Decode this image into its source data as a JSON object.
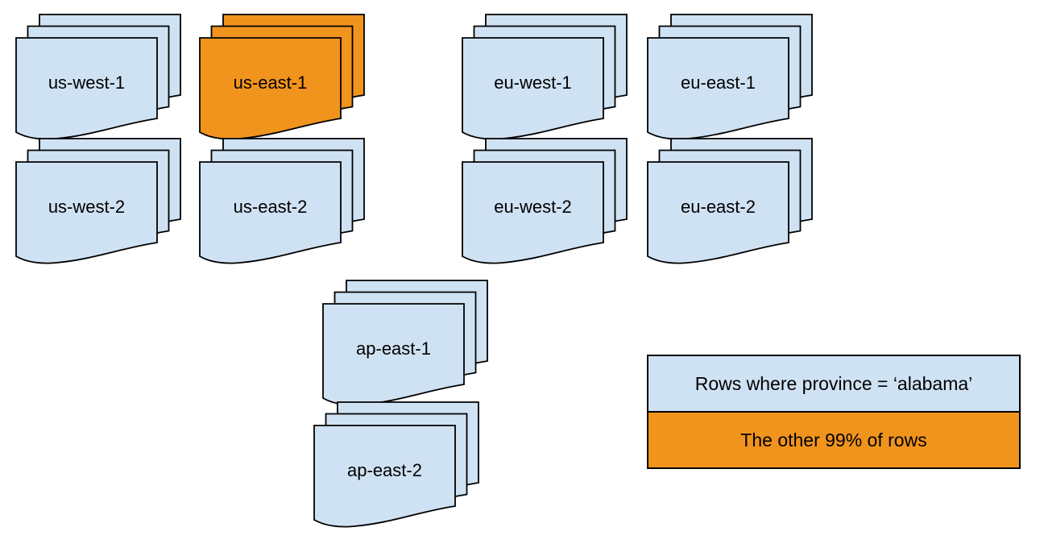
{
  "diagram": {
    "colors": {
      "normal_fill": "#cfe2f3",
      "highlight_fill": "#f0941e",
      "stroke": "#000000"
    },
    "stacks": [
      {
        "id": "us-west-1",
        "label": "us-west-1",
        "variant": "normal"
      },
      {
        "id": "us-east-1",
        "label": "us-east-1",
        "variant": "highlight"
      },
      {
        "id": "eu-west-1",
        "label": "eu-west-1",
        "variant": "normal"
      },
      {
        "id": "eu-east-1",
        "label": "eu-east-1",
        "variant": "normal"
      },
      {
        "id": "us-west-2",
        "label": "us-west-2",
        "variant": "normal"
      },
      {
        "id": "us-east-2",
        "label": "us-east-2",
        "variant": "normal"
      },
      {
        "id": "eu-west-2",
        "label": "eu-west-2",
        "variant": "normal"
      },
      {
        "id": "eu-east-2",
        "label": "eu-east-2",
        "variant": "normal"
      },
      {
        "id": "ap-east-1",
        "label": "ap-east-1",
        "variant": "normal"
      },
      {
        "id": "ap-east-2",
        "label": "ap-east-2",
        "variant": "normal"
      }
    ],
    "legend": {
      "items": [
        {
          "label": "Rows where province = ‘alabama’",
          "variant": "normal"
        },
        {
          "label": "The other 99% of rows",
          "variant": "highlight"
        }
      ]
    }
  }
}
